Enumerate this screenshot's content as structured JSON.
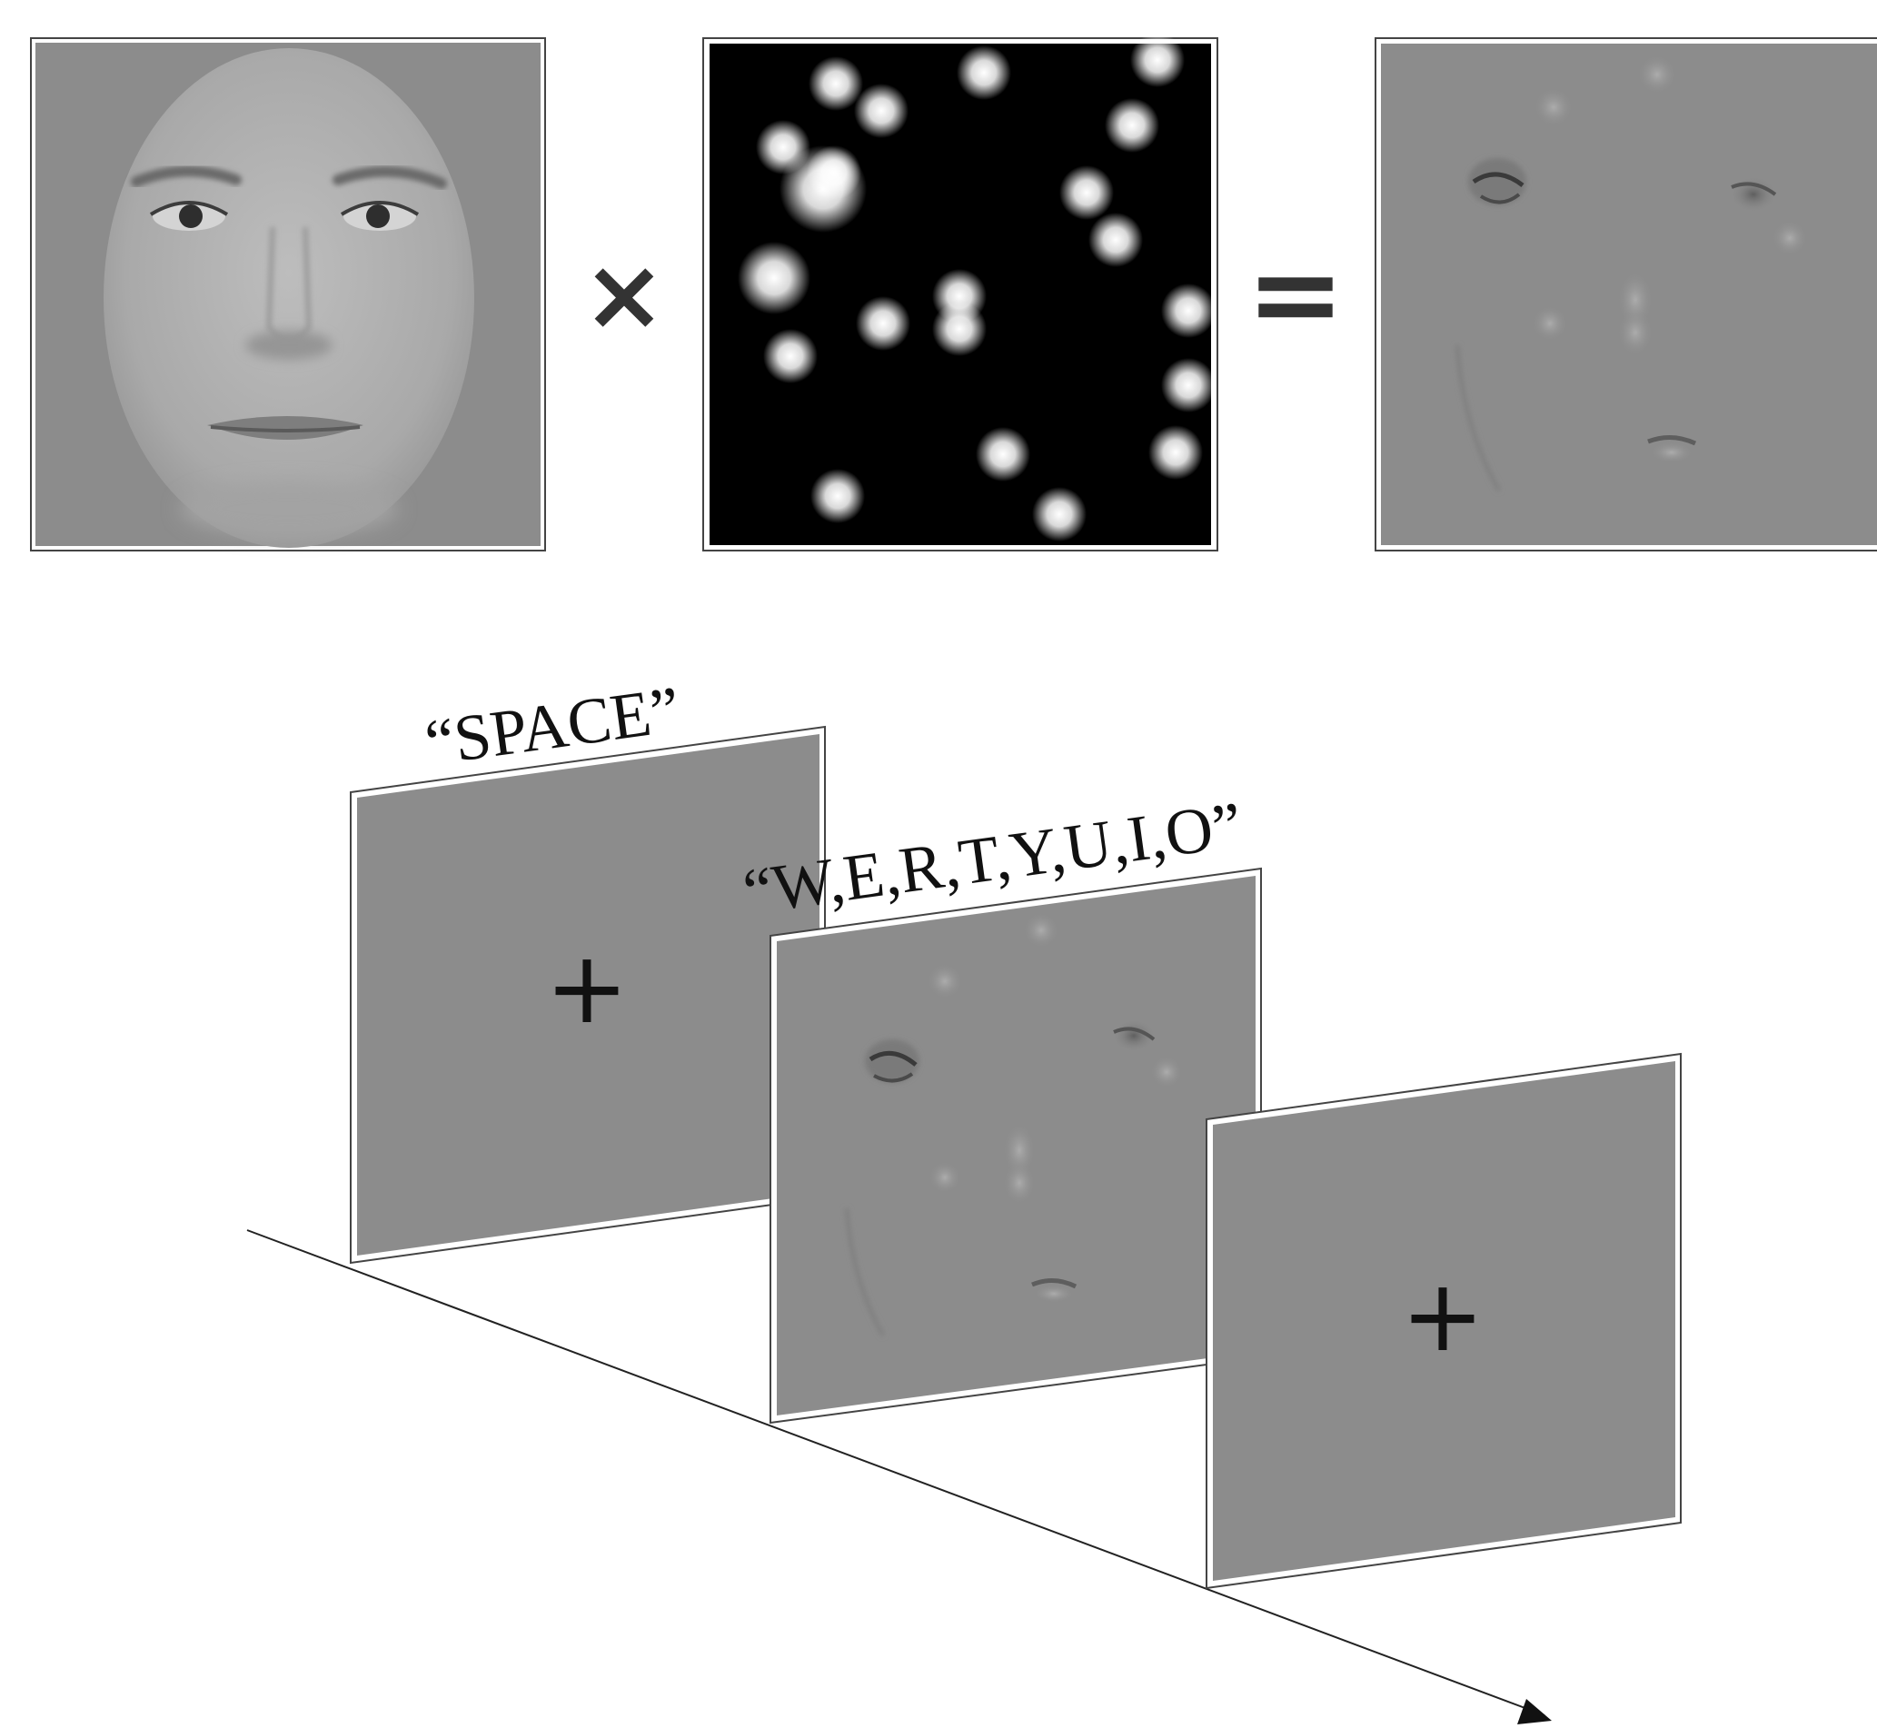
{
  "top_row": {
    "panels": [
      {
        "name": "face-image",
        "description": "Base face"
      },
      {
        "name": "bubbles-mask",
        "description": "Gaussian bubble mask"
      },
      {
        "name": "revealed-face",
        "description": "Sparse revealed face"
      }
    ],
    "operator_times": "×",
    "operator_equals": "="
  },
  "trial_sequence": {
    "response_space": "“SPACE”",
    "response_keys": "“W,E,R,T,Y,U,I,O”",
    "fixation_symbol": "+"
  },
  "colors": {
    "panel_gray": "#8c8c8c",
    "mask_black": "#000000",
    "frame_dark": "#444444",
    "frame_light": "#f2f2f2",
    "ink": "#111111"
  }
}
